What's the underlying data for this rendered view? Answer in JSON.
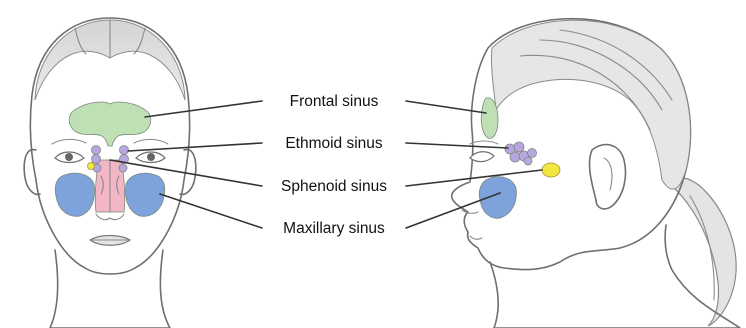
{
  "labels": {
    "frontal": "Frontal sinus",
    "ethmoid": "Ethmoid sinus",
    "sphenoid": "Sphenoid sinus",
    "maxillary": "Maxillary sinus"
  },
  "colors": {
    "frontal": "#bfe0b5",
    "ethmoid": "#b9a6e0",
    "sphenoid": "#f2e640",
    "maxillary": "#7ea2dc",
    "nasal_cavity": "#f2b6c6"
  }
}
